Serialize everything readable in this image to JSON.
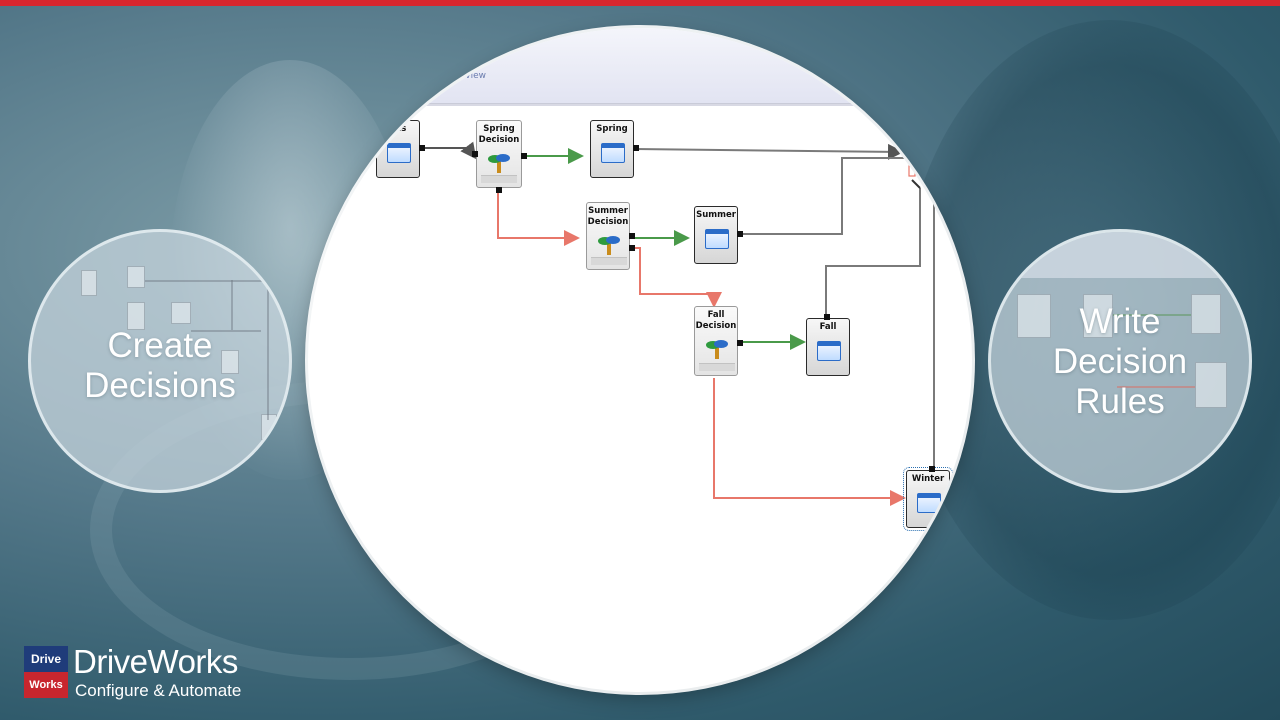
{
  "top_bar_color": "#d8262e",
  "left_bubble": {
    "lines": [
      "Create",
      "Decisions"
    ]
  },
  "right_bubble": {
    "lines": [
      "Write",
      "Decision",
      "Rules"
    ]
  },
  "window": {
    "tab_label": "erview"
  },
  "nodes": {
    "details": {
      "title": "ails"
    },
    "spring_decision": {
      "title_line1": "Spring",
      "title_line2": "Decision"
    },
    "spring": {
      "title": "Spring"
    },
    "summer_decision": {
      "title_line1": "Summer",
      "title_line2": "Decision"
    },
    "summer": {
      "title": "Summer"
    },
    "fall_decision": {
      "title_line1": "Fall",
      "title_line2": "Decision"
    },
    "fall": {
      "title": "Fall"
    },
    "winter": {
      "title": "Winter"
    }
  },
  "connector_colors": {
    "true": "#4a9a4a",
    "false": "#e8776a",
    "default": "#7a7a7a"
  },
  "logo": {
    "badge_top": "Drive",
    "badge_bottom": "Works",
    "name_part1": "Drive",
    "name_part2": "Works",
    "tagline": "Configure & Automate",
    "badge_top_color": "#1f3c7a",
    "badge_bottom_color": "#c8262e"
  }
}
